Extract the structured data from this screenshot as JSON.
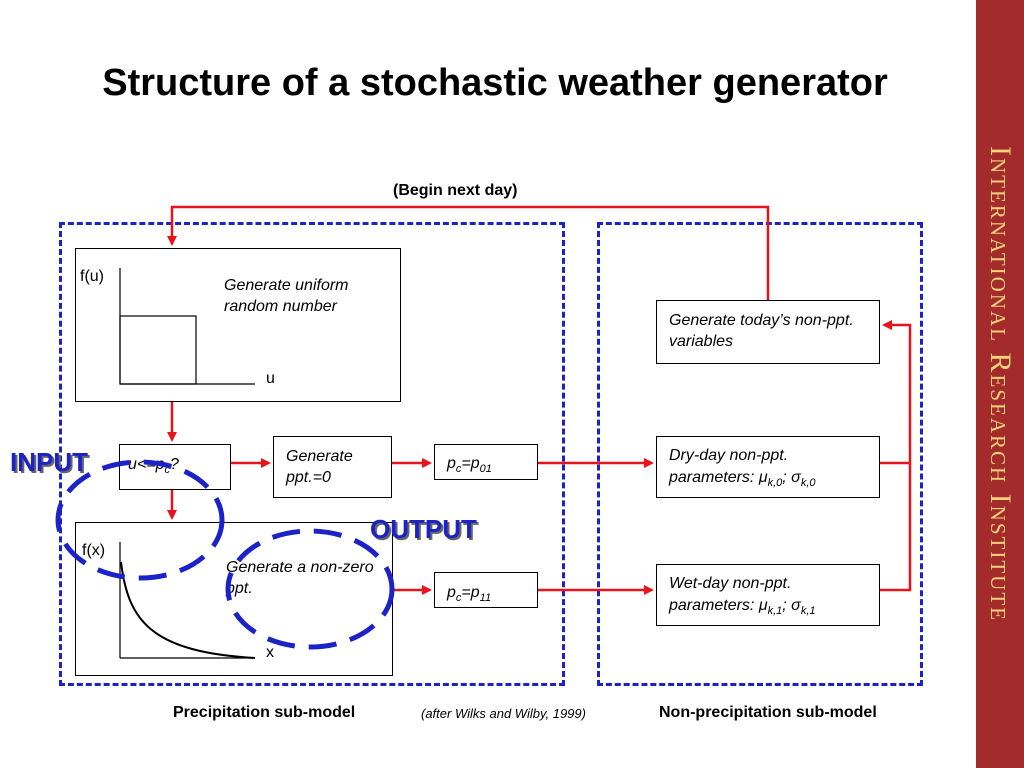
{
  "title": "Structure of a stochastic weather generator",
  "side_banner": "International Research Institute",
  "begin_next_day": "(Begin next day)",
  "uniform_box": {
    "axis_y": "f(u)",
    "axis_x": "u",
    "text": "Generate uniform random number"
  },
  "test_box": {
    "text_prefix": "u<=p",
    "text_sub": "c",
    "text_suffix": "?"
  },
  "zero_box": {
    "text": "Generate ppt.=0"
  },
  "p01_box": {
    "a": "p",
    "a_sub": "c",
    "eq": "=p",
    "b_sub": "01"
  },
  "p11_box": {
    "a": "p",
    "a_sub": "c",
    "eq": "=p",
    "b_sub": "11"
  },
  "nonzero_box": {
    "axis_y": "f(x)",
    "axis_x": "x",
    "text": "Generate a non-zero ppt."
  },
  "today_box": {
    "text": "Generate today’s non-ppt. variables"
  },
  "dry_box": {
    "line1": "Dry-day non-ppt.",
    "line2_prefix": "parameters: μ",
    "mu_sub": "k,0",
    "mid": "; σ",
    "sigma_sub": "k,0"
  },
  "wet_box": {
    "line1": "Wet-day non-ppt.",
    "line2_prefix": "parameters: μ",
    "mu_sub": "k,1",
    "mid": "; σ",
    "sigma_sub": "k,1"
  },
  "input_label": "INPUT",
  "output_label": "OUTPUT",
  "precip_label": "Precipitation sub-model",
  "citation": "(after Wilks and Wilby, 1999)",
  "nonprecip_label": "Non-precipitation sub-model",
  "colors": {
    "arrow": "#e8141c",
    "dash": "#1b22c8",
    "banner": "#a32b2b",
    "banner_text": "#f4d27a"
  }
}
